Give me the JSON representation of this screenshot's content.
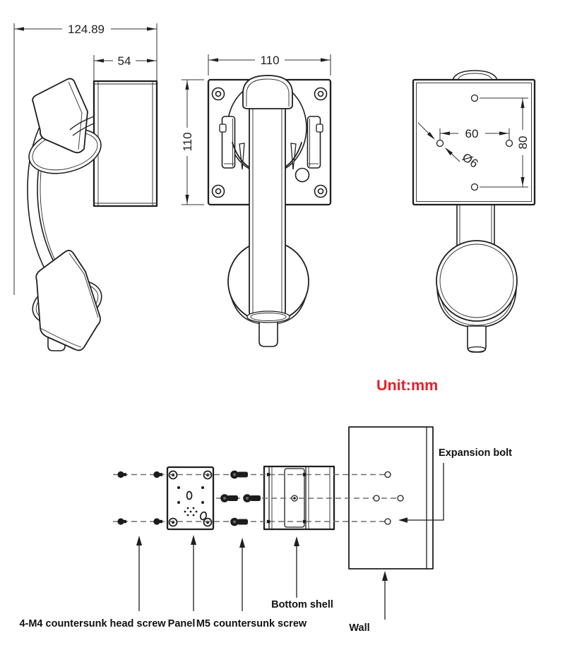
{
  "unit": {
    "label": "Unit:mm",
    "color": "#EE1C24"
  },
  "dimensions": {
    "side_overall": "124.89",
    "side_body": "54",
    "front_width": "110",
    "front_height": "110",
    "back_hole_spacing_h": "60",
    "back_hole_spacing_v": "80",
    "back_hole_dia": "Ø6"
  },
  "assembly": {
    "expansion_bolt": "Expansion bolt",
    "m4_screw": "4-M4 countersunk head screw",
    "panel": "Panel",
    "m5_screw": "M5 countersunk screw",
    "bottom_shell": "Bottom shell",
    "wall": "Wall"
  },
  "colors": {
    "line": "#1f1f1f",
    "dash": "#6e6e6e",
    "annotation_red": "#EE1C24"
  }
}
